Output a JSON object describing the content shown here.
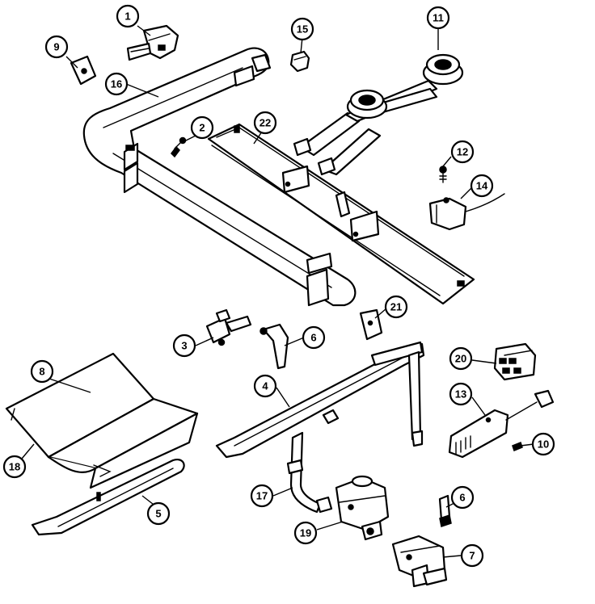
{
  "callouts": {
    "c1": "1",
    "c2": "2",
    "c3": "3",
    "c4": "4",
    "c5": "5",
    "c6a": "6",
    "c6b": "6",
    "c7": "7",
    "c8": "8",
    "c9": "9",
    "c10": "10",
    "c11": "11",
    "c12": "12",
    "c13": "13",
    "c14": "14",
    "c15": "15",
    "c16": "16",
    "c17": "17",
    "c18": "18",
    "c19": "19",
    "c20": "20",
    "c21": "21",
    "c22": "22"
  }
}
